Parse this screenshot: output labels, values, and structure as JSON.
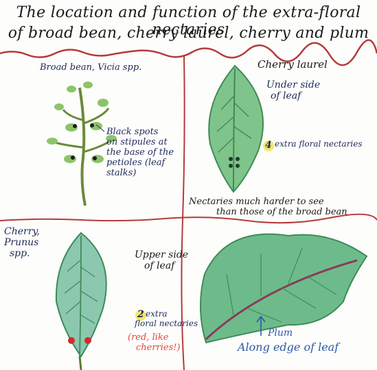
{
  "title": {
    "line1": "The location and function of the extra-floral nectaries",
    "line2": "of broad bean, cherry laurel, cherry and plum"
  },
  "panels": {
    "broad_bean": {
      "heading": "Broad bean, Vicia spp.",
      "note_lines": [
        "Black spots",
        "on stipules at",
        "the base of the",
        "petioles (leaf",
        "stalks)"
      ]
    },
    "cherry_laurel": {
      "heading": "Cherry laurel",
      "side_lines": [
        "Under side",
        "of leaf"
      ],
      "count": "4",
      "nectary_label": "extra floral nectaries",
      "comparison_lines": [
        "Nectaries much harder to see",
        "than those of the broad bean"
      ]
    },
    "cherry": {
      "heading_lines": [
        "Cherry,",
        "Prunus",
        "spp."
      ],
      "side_lines": [
        "Upper side",
        "of leaf"
      ],
      "count": "2",
      "nectary_lines": [
        "extra",
        "floral nectaries"
      ],
      "red_note_lines": [
        "(red, like",
        "cherries!)"
      ]
    },
    "plum": {
      "label": "Plum",
      "location": "Along edge of leaf"
    }
  },
  "colors": {
    "divider": "#b33a3a",
    "ink": "#1f2a5a",
    "red_ink": "#e0473a",
    "leaf": "#7fc48a",
    "leaf_dark": "#3f8a58",
    "highlight": "#f5e76a"
  }
}
